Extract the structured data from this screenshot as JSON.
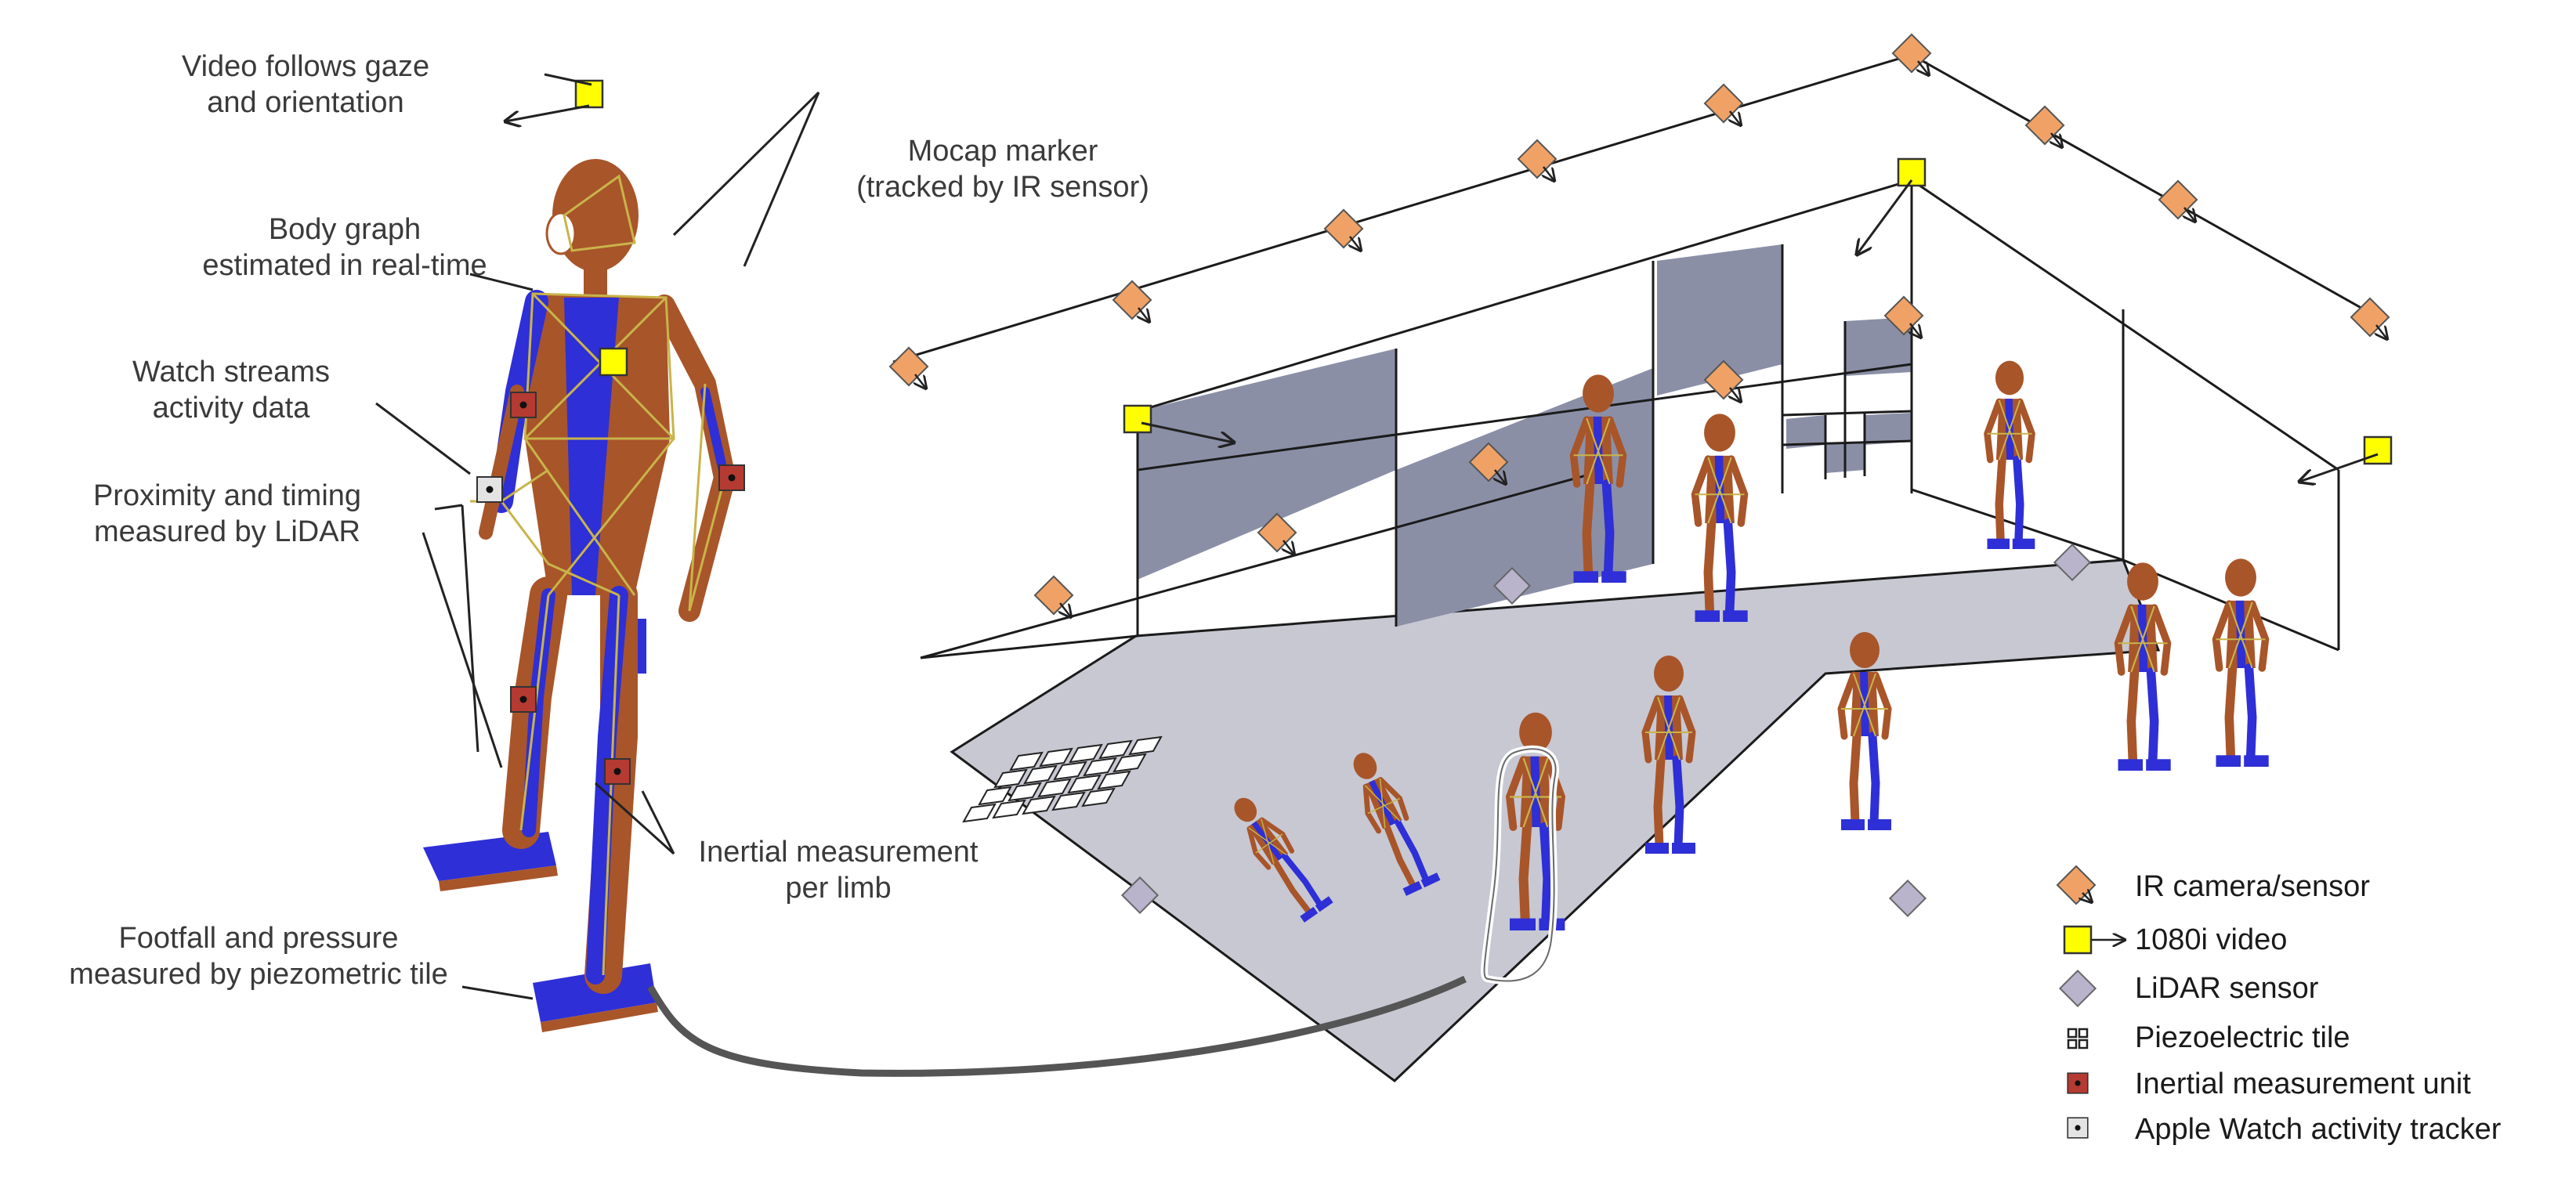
{
  "annotations": {
    "video_gaze": [
      "Video follows gaze",
      "and orientation"
    ],
    "body_graph": [
      "Body graph",
      "estimated in real-time"
    ],
    "watch": [
      "Watch streams",
      "activity data"
    ],
    "proximity": [
      "Proximity and timing",
      "measured by LiDAR"
    ],
    "footfall": [
      "Footfall and pressure",
      "measured by piezometric tile"
    ],
    "mocap": [
      "Mocap marker",
      "(tracked by IR sensor)"
    ],
    "inertial": [
      "Inertial measurement",
      "per limb"
    ]
  },
  "legend": {
    "items": [
      {
        "key": "ir",
        "label": "IR camera/sensor",
        "icon": "ir-camera-icon"
      },
      {
        "key": "video",
        "label": "1080i video",
        "icon": "video-camera-icon"
      },
      {
        "key": "lidar",
        "label": "LiDAR sensor",
        "icon": "lidar-sensor-icon"
      },
      {
        "key": "piezo",
        "label": "Piezoelectric tile",
        "icon": "piezo-tile-icon"
      },
      {
        "key": "imu",
        "label": "Inertial measurement unit",
        "icon": "imu-icon"
      },
      {
        "key": "watch",
        "label": "Apple Watch activity tracker",
        "icon": "watch-tracker-icon"
      }
    ]
  },
  "colors": {
    "ir_sensor": "#f0a266",
    "video": "#ffff00",
    "lidar": "#b9b3cc",
    "imu": "#b53a32",
    "watch": "#e3e3e3",
    "figure_body": "#a8552a",
    "figure_limb": "#2e2fd6",
    "floor": "#c7c8d2",
    "wall_panel": "#8b8fa6"
  }
}
